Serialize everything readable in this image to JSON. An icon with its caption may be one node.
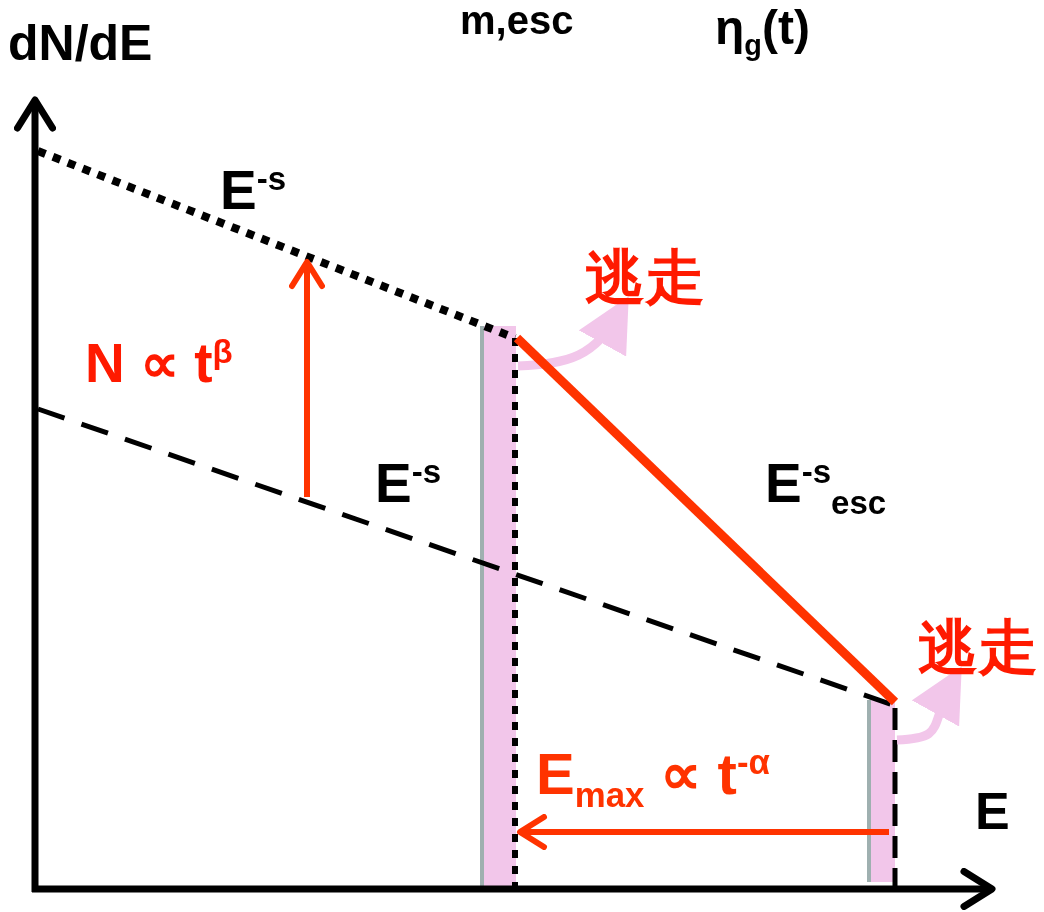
{
  "diagram": {
    "nodes": [
      {
        "text": [],
        "shape": "bar"
      },
      {
        "text": [
          "逃走"
        ]
      },
      {
        "text": [],
        "shape": "bar"
      },
      {
        "text": [
          "逃走"
        ]
      }
    ],
    "edges": [
      {
        "from": 0,
        "to": 1,
        "arrow": "to",
        "color": "#f2c6ea"
      },
      {
        "from": 2,
        "to": 3,
        "arrow": "to",
        "color": "#f2c6ea"
      },
      {
        "from": 0,
        "to": 2,
        "arrow": "none",
        "color": "#ff3300"
      },
      {
        "from": 2,
        "to": 0,
        "arrow": "to",
        "label": "E$_{max}$ ∝ t$^{-α}$",
        "color": "#ff3300"
      }
    ],
    "labels": [
      "dN/dE",
      "m,esc",
      "η$_{g}$(t)",
      "E$^{-s}$",
      "N ∝ t$^{β}$",
      "E$^{-s}$",
      "E$^{-s}$$_{esc}$",
      "E"
    ]
  }
}
